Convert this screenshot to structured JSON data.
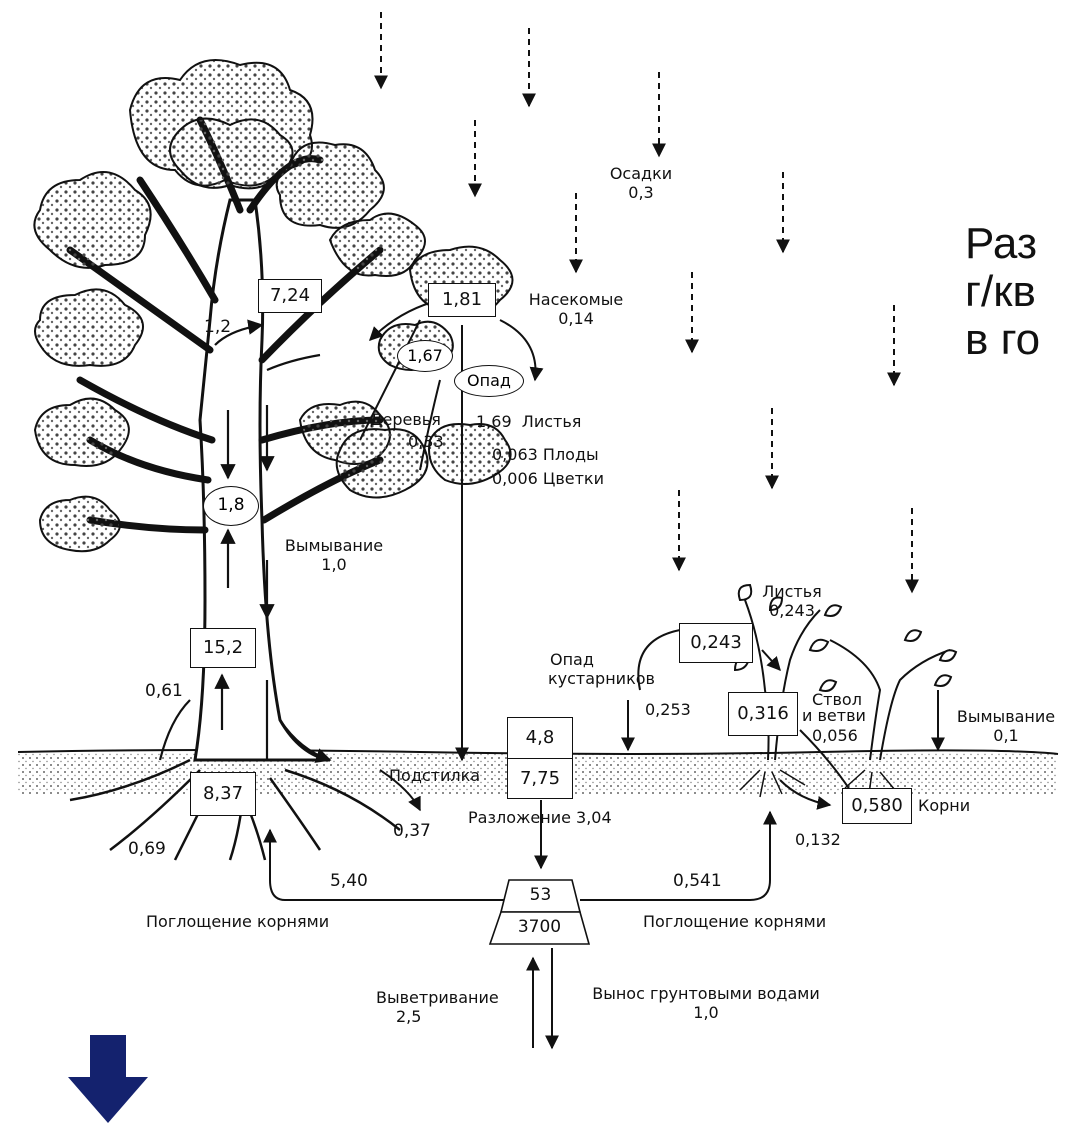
{
  "title_lines": [
    "Раз",
    "г/кв",
    "в го"
  ],
  "precipitation": {
    "label": "Осадки",
    "value": "0,3"
  },
  "tree": {
    "crown_box": "7,24",
    "crown_flow": "1,2",
    "oval": "1,8",
    "trunk_box": "15,2",
    "roots_box": "8,37",
    "flow_061": "0,61",
    "flow_069": "0,69",
    "flow_037": "0,37",
    "leaching": {
      "label": "Вымывание",
      "value": "1,0"
    }
  },
  "insects": {
    "box": "1,81",
    "label": "Насекомые",
    "value": "0,14",
    "flow": "1,67"
  },
  "litterfall": {
    "oval": "Опад",
    "trees": {
      "label": "Деревья",
      "value": "0,33"
    },
    "leaves": {
      "value": "1,69",
      "label": "Листья"
    },
    "fruits": {
      "value": "0,063",
      "label": "Плоды"
    },
    "flowers": {
      "value": "0,006",
      "label": "Цветки"
    }
  },
  "litter": {
    "top": "4,8",
    "bottom": "7,75",
    "label": "Подстилка",
    "decomp": "Разложение 3,04"
  },
  "soil": {
    "top": "53",
    "bottom": "3700"
  },
  "uptake": {
    "left_value": "5,40",
    "left_label": "Поглощение корнями",
    "right_value": "0,541",
    "right_label": "Поглощение корнями"
  },
  "weathering": {
    "label": "Выветривание",
    "value": "2,5"
  },
  "groundwater": {
    "label": "Вынос грунтовыми водами",
    "value": "1,0"
  },
  "shrub": {
    "leaves": {
      "label": "Листья",
      "value": "0,243"
    },
    "leaves_box": "0,243",
    "litter": {
      "label1": "Опад",
      "label2": "кустарников",
      "value": "0,253"
    },
    "stem_box": "0,316",
    "stem": {
      "label1": "Ствол",
      "label2": "и ветви",
      "value": "0,056"
    },
    "roots_box": "0,580",
    "roots_label": "Корни",
    "roots_flow": "0,132",
    "leaching": {
      "label": "Вымывание",
      "value": "0,1"
    }
  },
  "colors": {
    "arrow": "#14226e",
    "ink": "#111111"
  }
}
